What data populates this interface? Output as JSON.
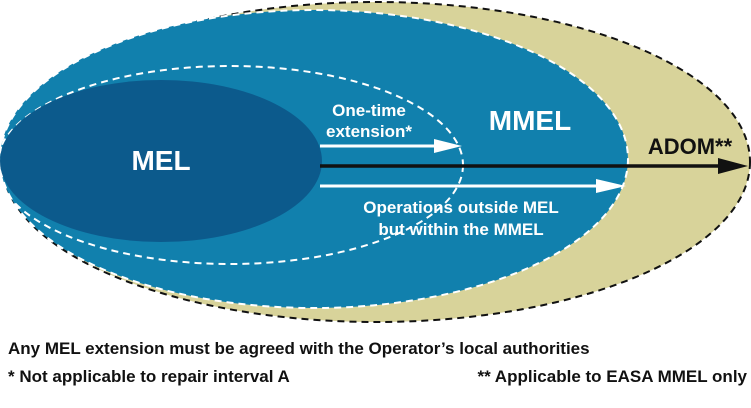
{
  "colors": {
    "adom_fill": "#d8d39a",
    "mmel_fill": "#1180ad",
    "mel_fill": "#0c5a8c",
    "white": "#ffffff",
    "ink": "#111111"
  },
  "labels": {
    "mel": "MEL",
    "mmel": "MMEL",
    "adom": "ADOM**",
    "one_time_line1": "One-time",
    "one_time_line2": "extension*",
    "outside_line1": "Operations outside MEL",
    "outside_line2": "but within the MMEL"
  },
  "notes": {
    "agreement": "Any MEL extension must be agreed with the Operator’s local authorities",
    "repair": "* Not applicable to repair interval A",
    "easa": "** Applicable to EASA MMEL only"
  }
}
